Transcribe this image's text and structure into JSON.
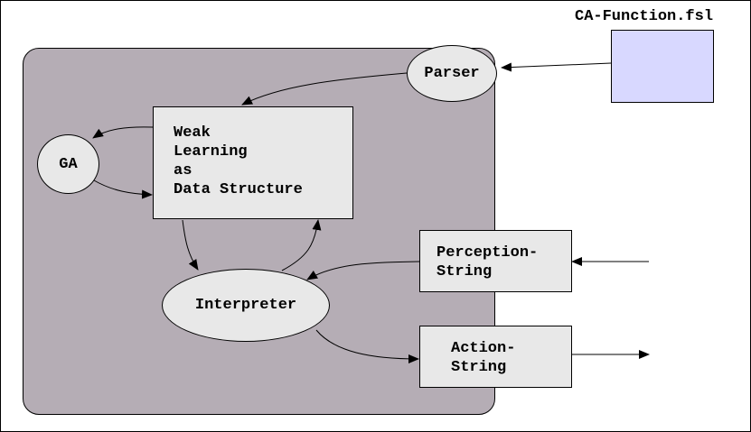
{
  "diagram": {
    "file_label": "CA-Function.fsl",
    "parser": "Parser",
    "ga": "GA",
    "data_structure": [
      "Weak",
      "Learning",
      "as",
      "Data Structure"
    ],
    "interpreter": "Interpreter",
    "perception": [
      "Perception-",
      "String"
    ],
    "action": [
      "Action-",
      "String"
    ]
  },
  "colors": {
    "system_fill": "#b5adb5",
    "node_fill": "#e8e8e8",
    "file_fill": "#d8d8ff"
  }
}
